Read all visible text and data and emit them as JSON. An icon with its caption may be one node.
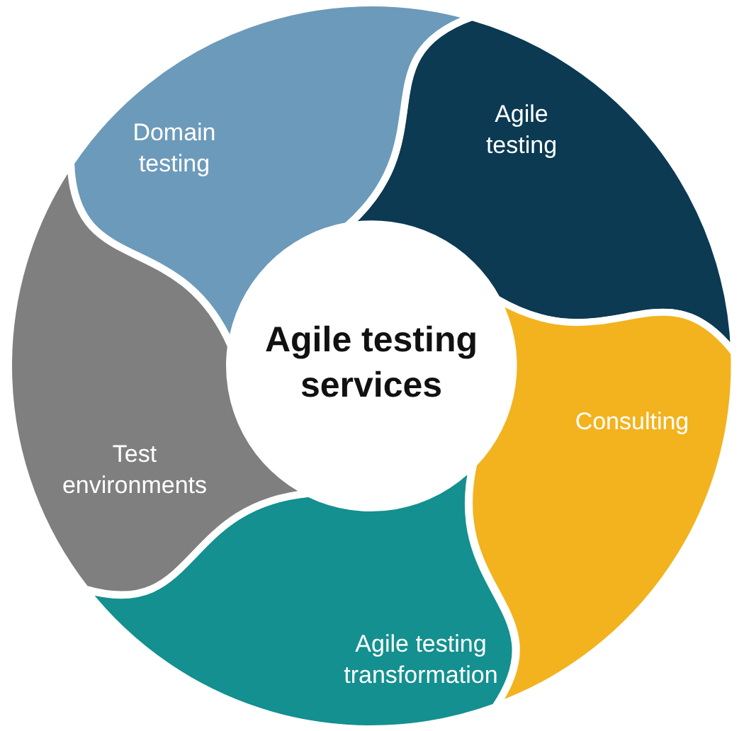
{
  "diagram": {
    "title": "Agile testing services",
    "nodes": [
      {
        "text": [
          "Agile testing"
        ]
      },
      {
        "text": [
          "Consulting"
        ]
      },
      {
        "text": [
          "Agile testing transformation"
        ]
      },
      {
        "text": [
          "Test environments"
        ]
      },
      {
        "text": [
          "Domain testing"
        ]
      }
    ]
  }
}
